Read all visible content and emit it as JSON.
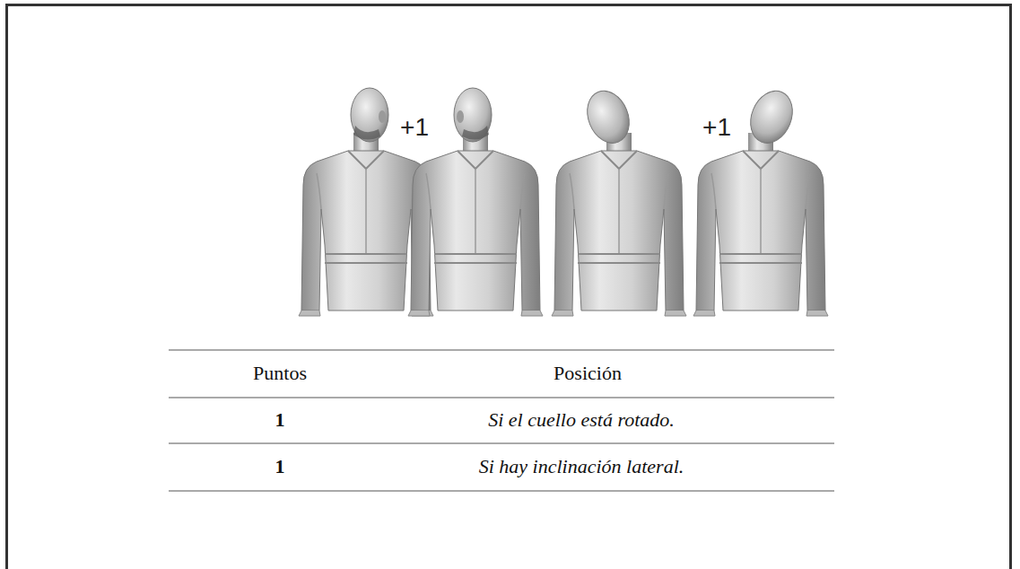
{
  "diagram": {
    "labels": [
      "+1",
      "+1",
      "Puntos",
      "Posición",
      "1",
      "Si el cuello está rotado.",
      "1",
      "Si hay inclinación lateral."
    ]
  }
}
